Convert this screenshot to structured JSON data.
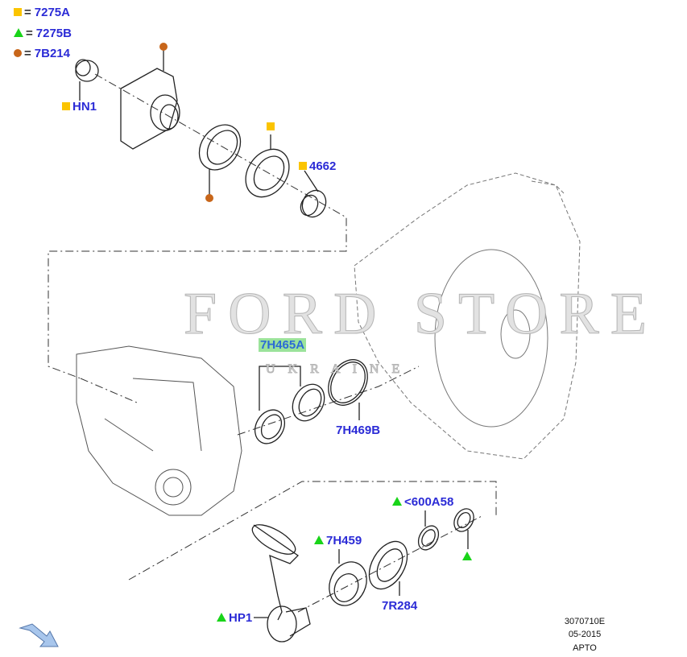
{
  "legend": [
    {
      "symbol": "square",
      "color": "#fbc400",
      "equals": "=",
      "part": "7275A"
    },
    {
      "symbol": "triangle",
      "color": "#19d419",
      "equals": "=",
      "part": "7275B"
    },
    {
      "symbol": "circle",
      "color": "#c8661a",
      "equals": "=",
      "part": "7B214"
    }
  ],
  "callouts": {
    "hn1": "HN1",
    "p4662": "4662",
    "p7h465a": "7H465A",
    "p7h469b": "7H469B",
    "p600a58": "<600A58",
    "p7h459": "7H459",
    "p7r284": "7R284",
    "hp1": "HP1"
  },
  "watermark": {
    "title": "FORD STORE",
    "subtitle": "U K R A I N E"
  },
  "footer": {
    "code": "3070710E",
    "date": "05-2015",
    "variant": "APTO"
  },
  "icons": [
    "nav-arrow-icon"
  ]
}
